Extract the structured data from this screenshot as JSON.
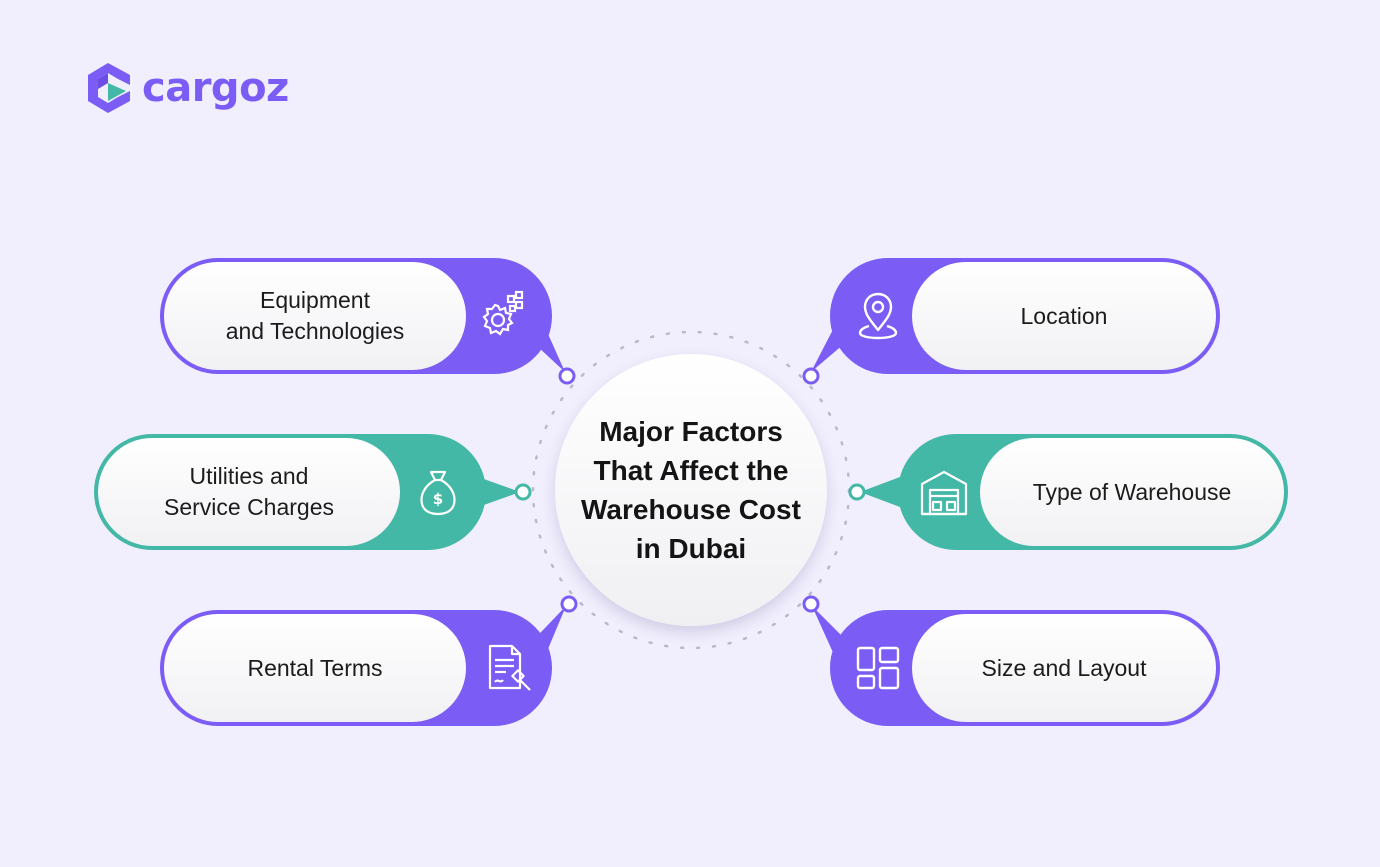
{
  "brand": {
    "name": "cargoz",
    "primary_color": "#7b5cf5",
    "secondary_color": "#43b8a7"
  },
  "center": {
    "title": "Major Factors That Affect the Warehouse Cost in Dubai"
  },
  "factors": [
    {
      "id": "equipment",
      "label_line1": "Equipment",
      "label_line2": "and Technologies",
      "icon": "gear-icon",
      "color": "purple"
    },
    {
      "id": "utilities",
      "label_line1": "Utilities and",
      "label_line2": "Service Charges",
      "icon": "money-bag-icon",
      "color": "teal"
    },
    {
      "id": "rental",
      "label_line1": "Rental Terms",
      "label_line2": "",
      "icon": "contract-icon",
      "color": "purple"
    },
    {
      "id": "location",
      "label_line1": "Location",
      "label_line2": "",
      "icon": "location-pin-icon",
      "color": "purple"
    },
    {
      "id": "type",
      "label_line1": "Type of Warehouse",
      "label_line2": "",
      "icon": "warehouse-icon",
      "color": "teal"
    },
    {
      "id": "size",
      "label_line1": "Size and Layout",
      "label_line2": "",
      "icon": "layout-grid-icon",
      "color": "purple"
    }
  ]
}
